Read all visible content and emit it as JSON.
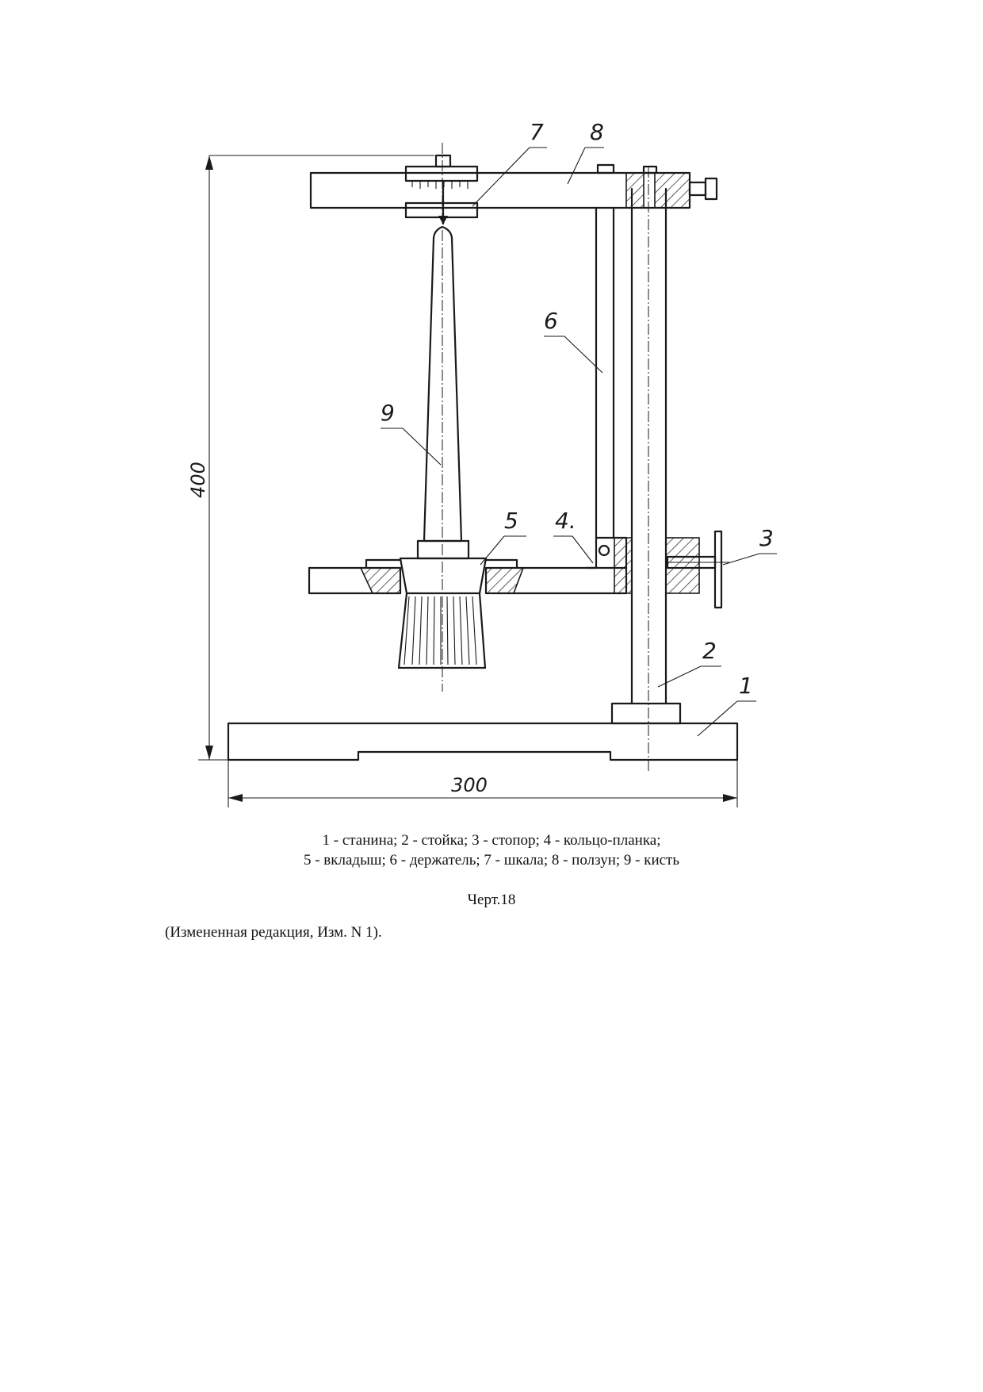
{
  "figure": {
    "labels": [
      "1",
      "2",
      "3",
      "4.",
      "5",
      "6",
      "7",
      "8",
      "9"
    ],
    "dimensions": {
      "height": "400",
      "width": "300"
    }
  },
  "legend": {
    "line1": "1 - станина; 2 - стойка; 3 - стопор; 4 - кольцо-планка;",
    "line2": "5 - вкладыш; 6 - держатель; 7 - шкала; 8 - ползун; 9 - кисть"
  },
  "figure_title": "Черт.18",
  "note": "(Измененная редакция, Изм. N 1)."
}
